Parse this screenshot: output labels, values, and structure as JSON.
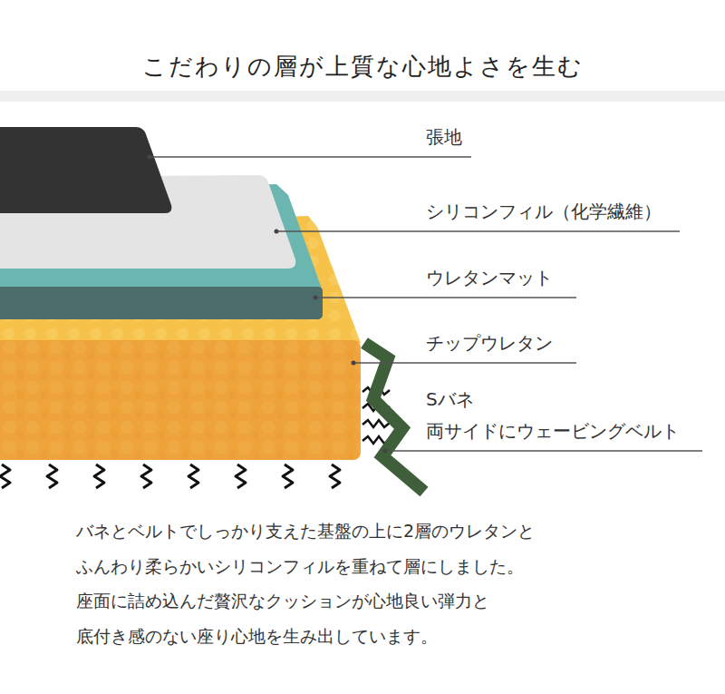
{
  "diagram": {
    "title": "こだわりの層が上質な心地よさを生む",
    "caption": "バネとベルトでしっかり支えた基盤の上に2層のウレタンと ふんわり柔らかいシリコンフィルを重ねて層にしました。 座面に詰め込んだ贅沢なクッションが心地良い弾力と 底付き感のない座り心地を生み出しています。",
    "labels": [
      "張地",
      "シリコンフィル（化学繊維）",
      "ウレタンマット",
      "チップウレタン",
      "Sバネ",
      "両サイドにウェービングベルト"
    ]
  }
}
